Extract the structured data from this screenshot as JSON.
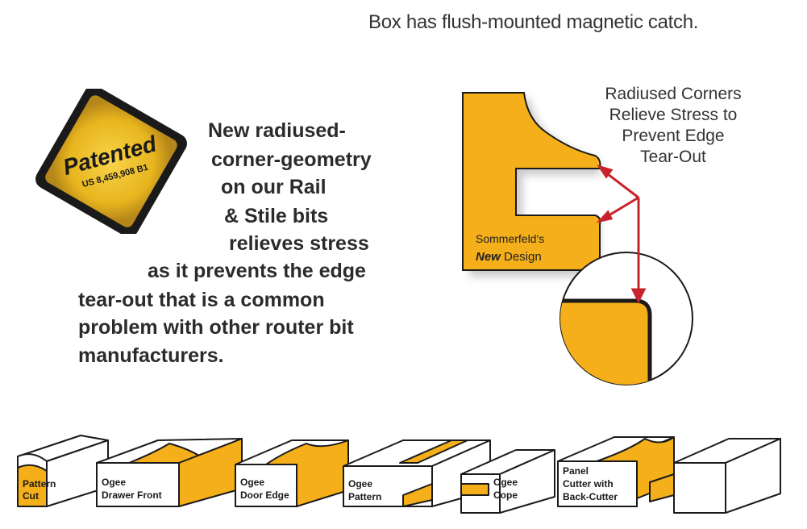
{
  "caption": "Box has flush-mounted magnetic catch.",
  "badge": {
    "title": "Patented",
    "number": "US 8,459,908 B1"
  },
  "headline": [
    "New radiused-",
    "corner-geometry",
    "on our Rail",
    "& Stile bits",
    "relieves stress",
    "as it prevents the edge",
    "tear-out that is a common",
    "problem with other router bit",
    "manufacturers."
  ],
  "callout": [
    "Radiused Corners",
    "Relieve Stress to",
    "Prevent Edge",
    "Tear-Out"
  ],
  "profile": {
    "maker": "Sommerfeld's",
    "emph": "New",
    "rest": " Design"
  },
  "strip": [
    {
      "lines": [
        "Pattern",
        "Cut"
      ]
    },
    {
      "lines": [
        "Ogee",
        "Drawer Front"
      ]
    },
    {
      "lines": [
        "Ogee",
        "Door Edge"
      ]
    },
    {
      "lines": [
        "Ogee",
        "Pattern"
      ]
    },
    {
      "lines": [
        "Ogee",
        "Cope"
      ]
    },
    {
      "lines": [
        "Panel",
        "Cutter with",
        "Back-Cutter"
      ]
    }
  ],
  "colors": {
    "gold": "#F4AF1B",
    "arrow": "#C8232C",
    "outline": "#1a1a1a"
  }
}
